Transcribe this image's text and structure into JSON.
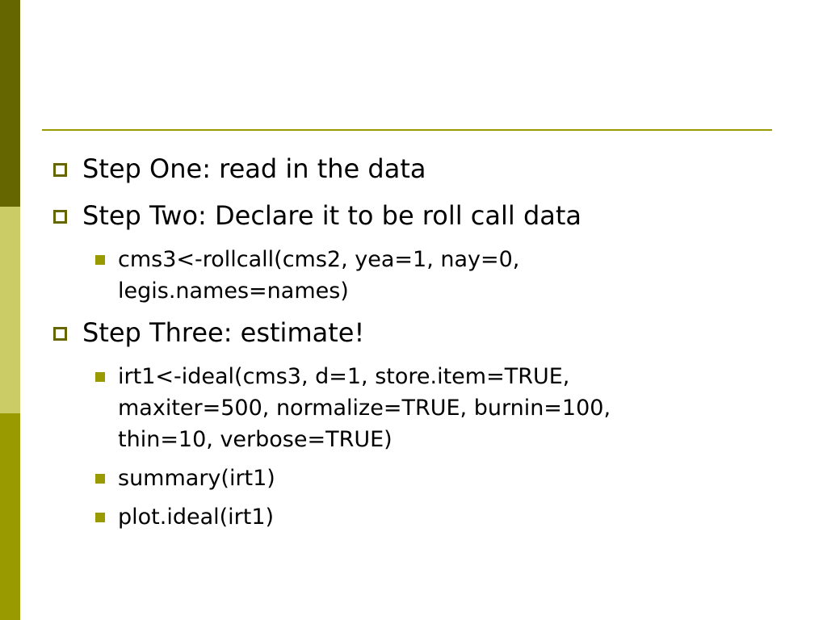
{
  "colors": {
    "sidebar_dark": "#666600",
    "sidebar_light": "#cccc66",
    "sidebar_mid": "#999900",
    "rule": "#999900",
    "bullet_square": "#999900",
    "bullet_hollow_border": "#666600"
  },
  "content": {
    "items": [
      {
        "text": "Step One:  read in the data",
        "subitems": []
      },
      {
        "text": "Step Two:  Declare it to be roll call data",
        "subitems": [
          {
            "line1": "cms3<-rollcall(cms2, yea=1, nay=0,",
            "line2": "legis.names=names)",
            "line3": ""
          }
        ]
      },
      {
        "text": "Step Three:  estimate!",
        "subitems": [
          {
            "line1": "irt1<-ideal(cms3, d=1, store.item=TRUE,",
            "line2": "maxiter=500, normalize=TRUE, burnin=100,",
            "line3": "thin=10, verbose=TRUE)"
          },
          {
            "line1": "summary(irt1)",
            "line2": "",
            "line3": ""
          },
          {
            "line1": "plot.ideal(irt1)",
            "line2": "",
            "line3": ""
          }
        ]
      }
    ]
  }
}
